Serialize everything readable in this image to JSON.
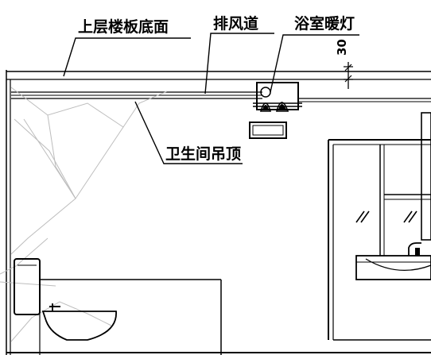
{
  "labels": {
    "floor_slab": "上层楼板底面",
    "exhaust_duct": "排风道",
    "bath_heater": "浴室暖灯",
    "ceiling": "卫生间吊顶",
    "dimension": "30"
  },
  "colors": {
    "line": "#000000",
    "hatch": "#bdbdbd",
    "background": "#ffffff"
  }
}
